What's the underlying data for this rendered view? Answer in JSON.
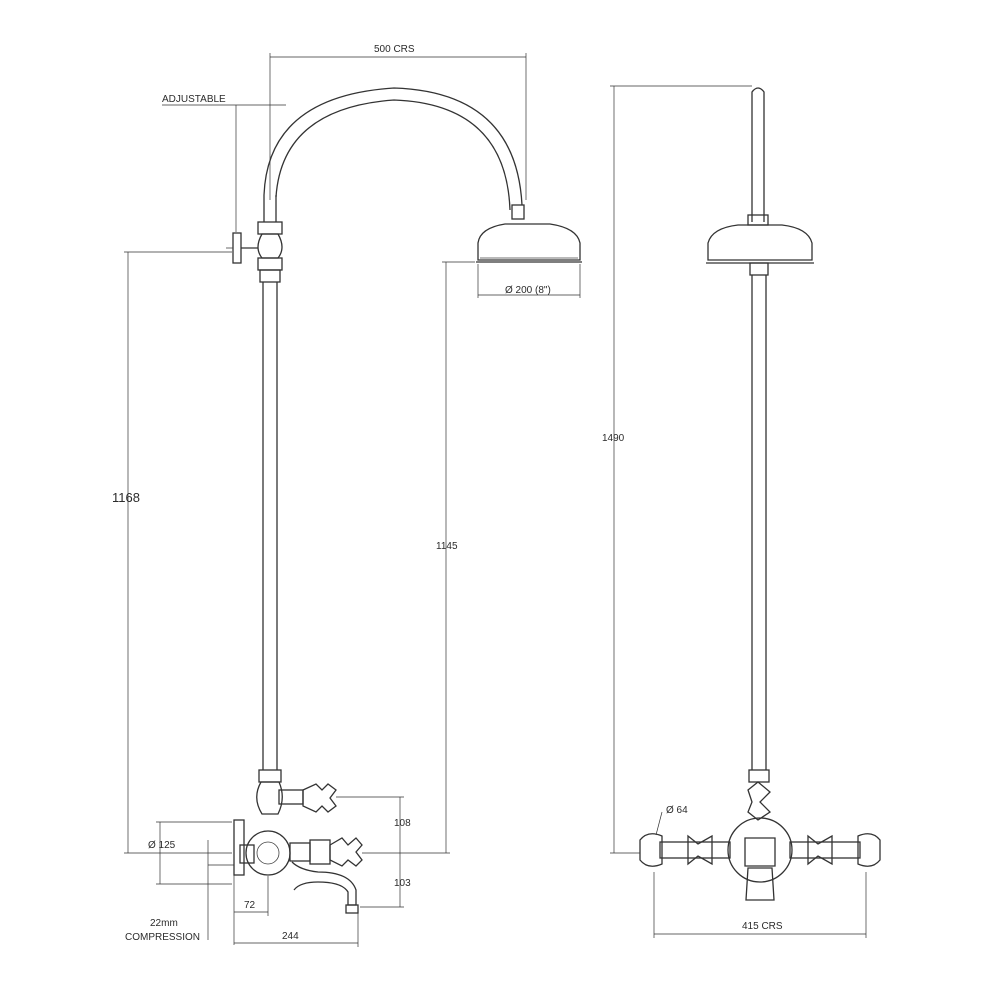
{
  "diagram": {
    "labels": {
      "crs_top": "500 CRS",
      "adjustable": "ADJUSTABLE",
      "head_diameter": "Ø 200 (8\")",
      "height_left": "1168",
      "height_mid": "1145",
      "height_right": "1490",
      "wall_diameter": "Ø 125",
      "dim_108": "108",
      "dim_103": "103",
      "dim_72": "72",
      "dim_244": "244",
      "pipe_size": "22mm",
      "compression": "COMPRESSION",
      "elbow_diameter": "Ø 64",
      "crs_bottom": "415 CRS"
    },
    "colors": {
      "line": "#333333",
      "background": "#ffffff"
    }
  }
}
